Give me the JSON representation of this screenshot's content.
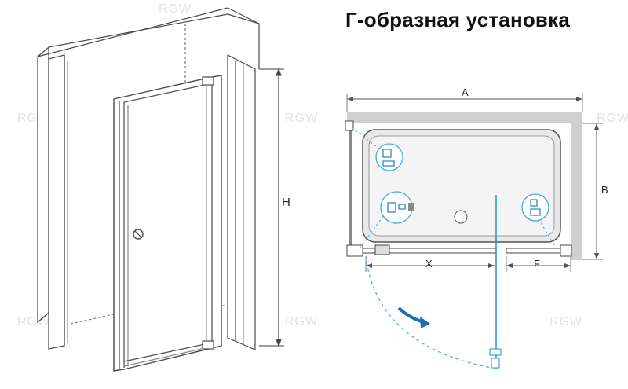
{
  "title": "Г-образная установка",
  "watermark": "RGW",
  "dimension_labels": {
    "height": "H",
    "width_a": "A",
    "depth_b": "B",
    "opening_x": "X",
    "fixed_f": "F"
  },
  "colors": {
    "frame": "#4a4a4a",
    "wall_shade": "#d0d0d0",
    "glass_line": "#1e90d8",
    "accent_icon": "#4aa8e0"
  }
}
